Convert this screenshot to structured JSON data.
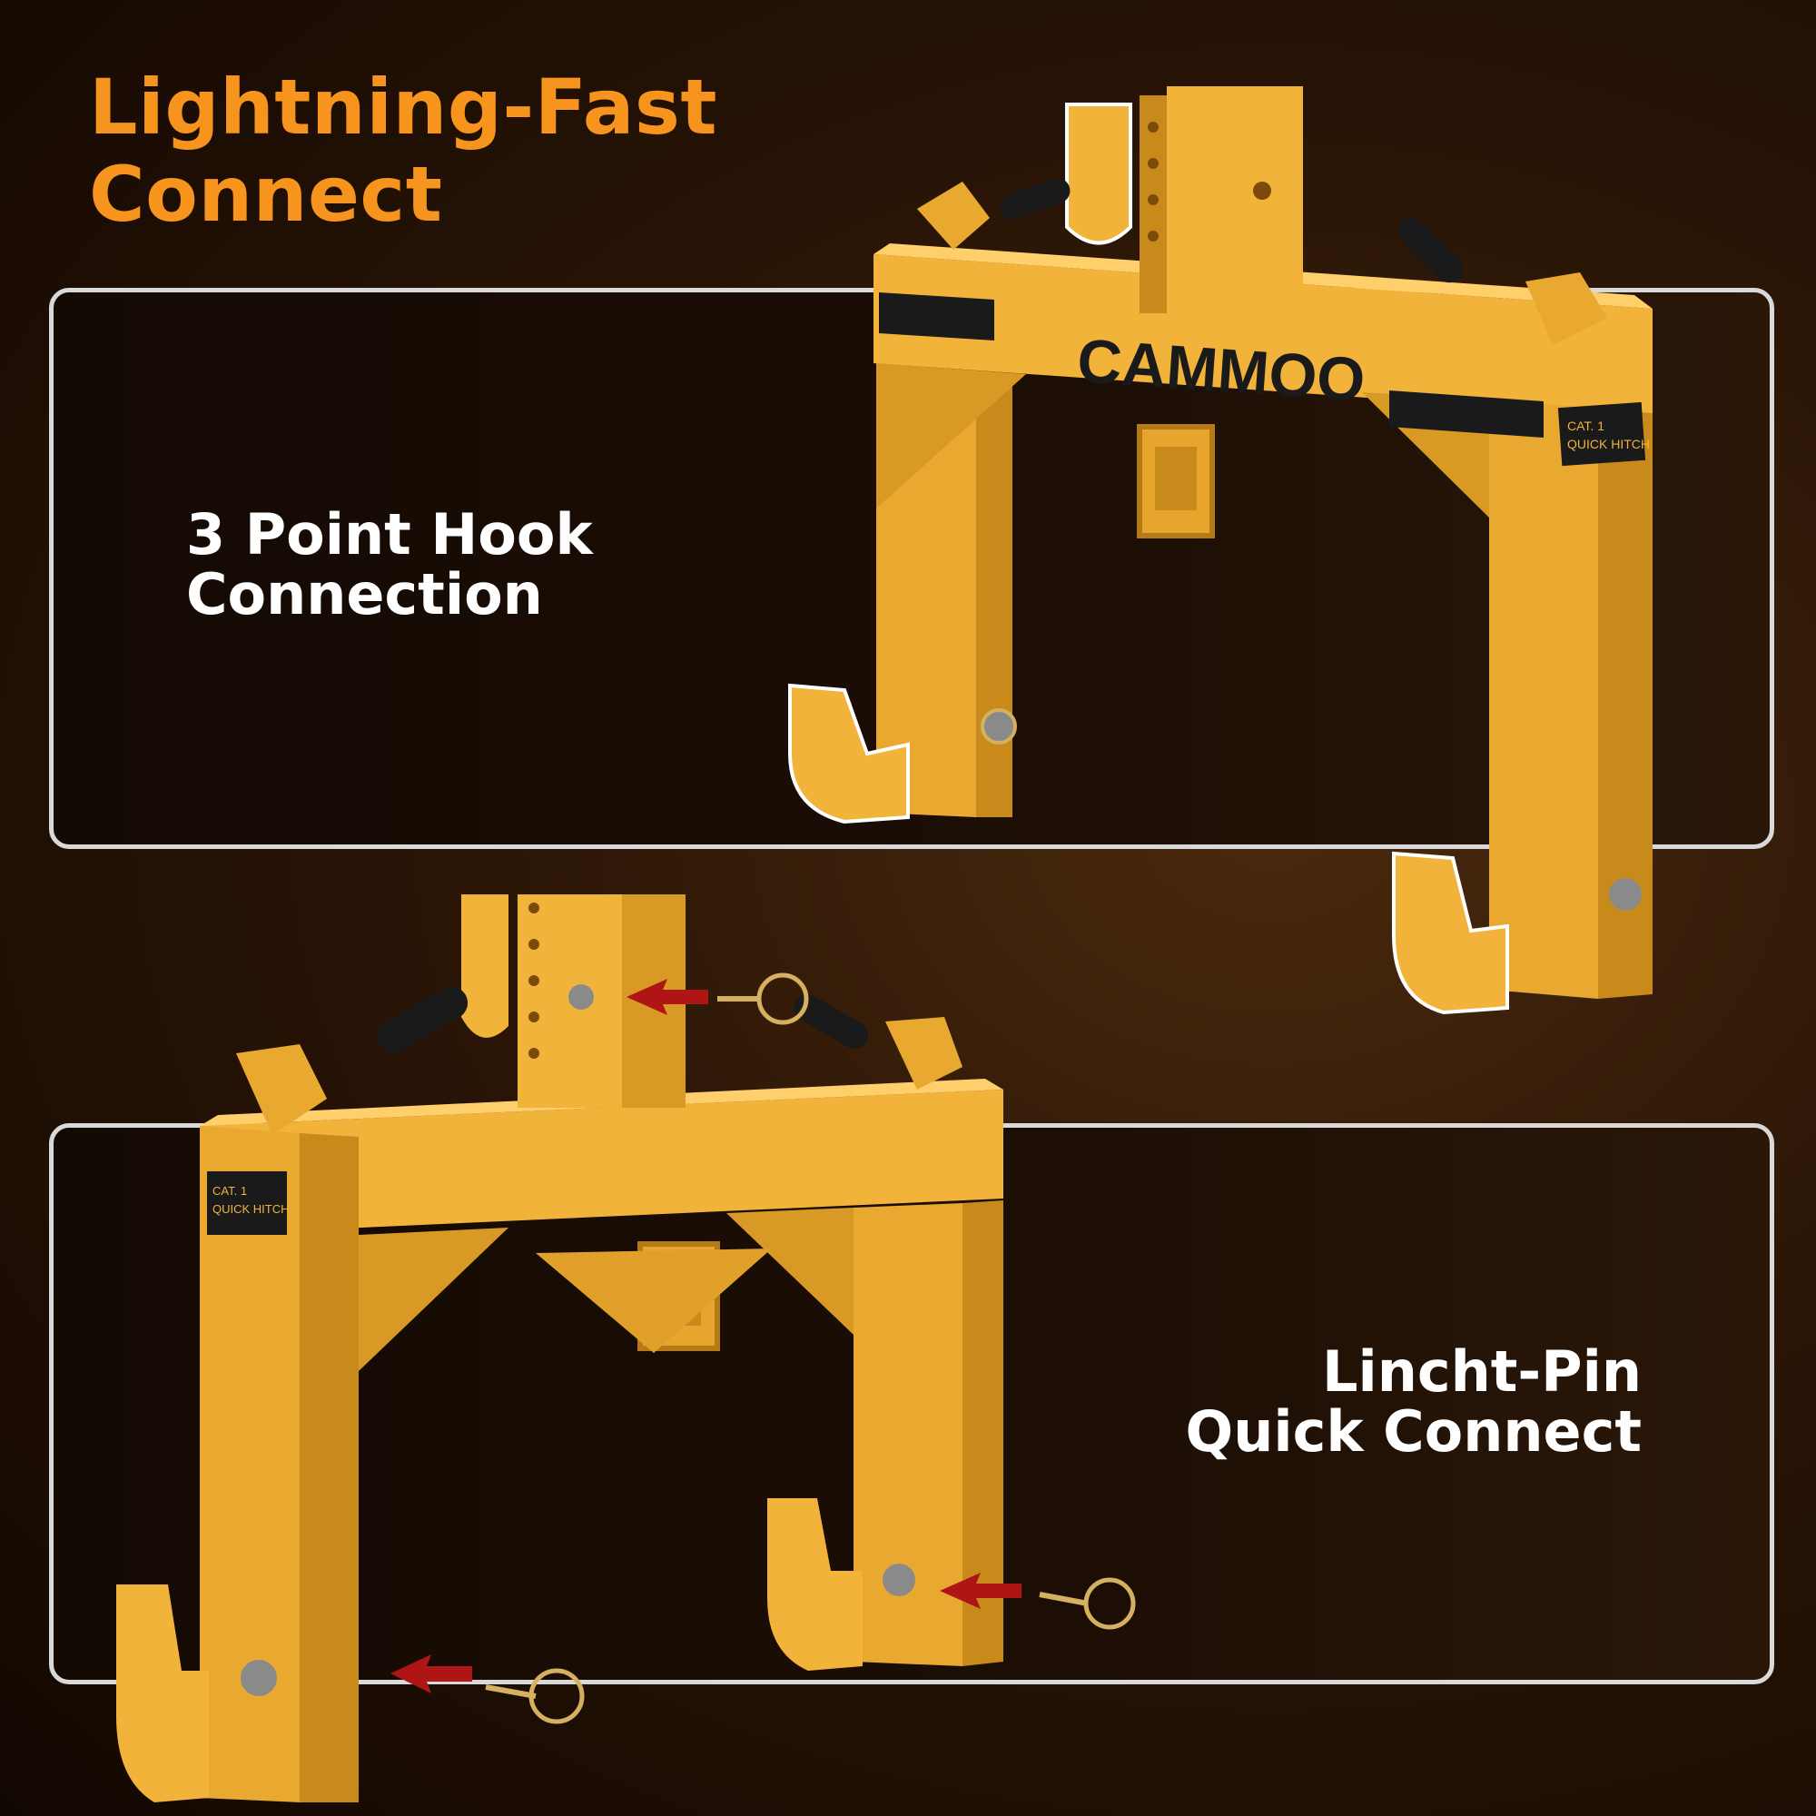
{
  "headline": {
    "line1": "Lightning-Fast",
    "line2": "Connect"
  },
  "top_panel": {
    "caption_line1": "3 Point Hook",
    "caption_line2": "Connection"
  },
  "bottom_panel": {
    "caption_line1": "Lincht-Pin",
    "caption_line2": "Quick Connect"
  },
  "product": {
    "brand": "CAMMOO",
    "label_line1": "CAT. 1",
    "label_line2": "QUICK HITCH",
    "body_color": "#f2b33a",
    "shade_color": "#c98a1c",
    "grip_color": "#1a1a1a",
    "arrow_color": "#b01515"
  }
}
